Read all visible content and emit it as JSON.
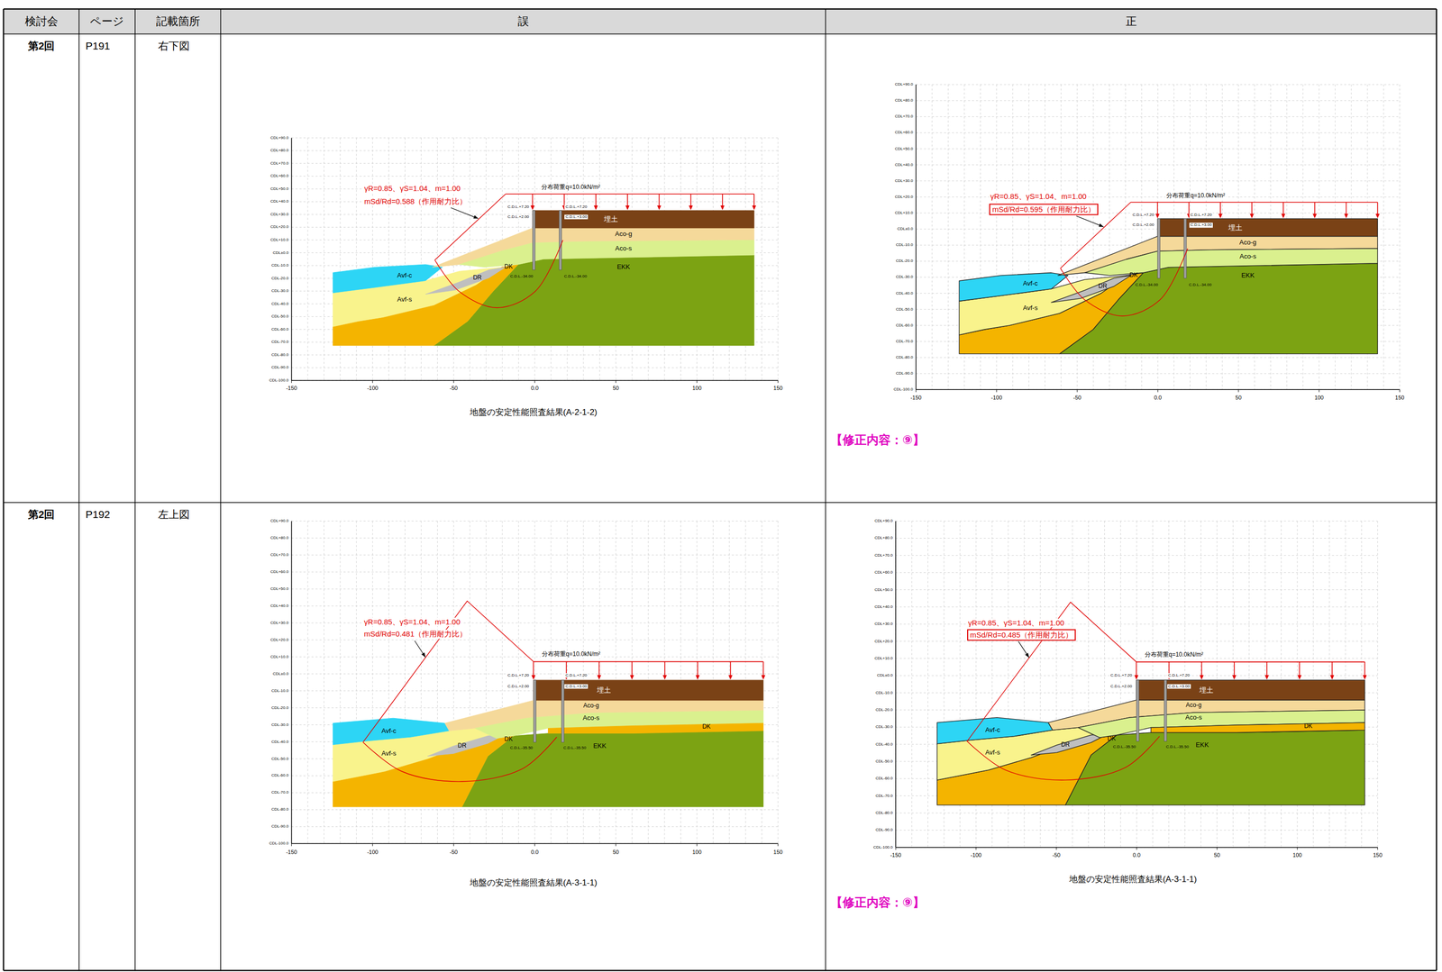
{
  "diagram": {
    "labels": [
      "検討会",
      "ページ",
      "記載箇所",
      "誤",
      "正",
      "第2回",
      "P191",
      "右下図",
      "CDL+90.0",
      "CDL+80.0",
      "CDL+70.0",
      "CDL+60.0",
      "CDL+50.0",
      "CDL+40.0",
      "CDL+30.0",
      "CDL+20.0",
      "CDL+10.0",
      "CDL±0.0",
      "CDL-10.0",
      "CDL-20.0",
      "CDL-30.0",
      "CDL-40.0",
      "CDL-50.0",
      "CDL-60.0",
      "CDL-70.0",
      "CDL-80.0",
      "CDL-90.0",
      "CDL-100.0",
      "-150",
      "-100",
      "-50",
      "0.0",
      "50",
      "100",
      "150",
      "γR=0.85、γS=1.04、m=1.00",
      "mSd/Rd=0.588（作用耐力比）",
      "分布荷重q=10.0kN/m²",
      "C.D.L.+7.20",
      "C.D.L.+2.00",
      "C.D.L.+7.20",
      "C.D.L.+3.00",
      "埋土",
      "Aco-g",
      "Aco-s",
      "Avf-c",
      "Avf-s",
      "DR",
      "DK",
      "EKK",
      "C.D.L.-34.00",
      "C.D.L.-34.00",
      "地盤の安定性能照査結果(A-2-1-2)",
      "CDL+90.0",
      "CDL+80.0",
      "CDL+70.0",
      "CDL+60.0",
      "CDL+50.0",
      "CDL+40.0",
      "CDL+30.0",
      "CDL+20.0",
      "CDL+10.0",
      "CDL±0.0",
      "CDL-10.0",
      "CDL-20.0",
      "CDL-30.0",
      "CDL-40.0",
      "CDL-50.0",
      "CDL-60.0",
      "CDL-70.0",
      "CDL-80.0",
      "CDL-90.0",
      "CDL-100.0",
      "-150",
      "-100",
      "-50",
      "0.0",
      "50",
      "100",
      "150",
      "γR=0.85、γS=1.04、m=1.00",
      "mSd/Rd=0.595（作用耐力比）",
      "分布荷重q=10.0kN/m²",
      "C.D.L.+7.20",
      "C.D.L.+2.00",
      "C.D.L.+7.20",
      "C.D.L.+3.00",
      "埋土",
      "Aco-g",
      "Aco-s",
      "Avf-c",
      "Avf-s",
      "DR",
      "DK",
      "EKK",
      "C.D.L.-34.00",
      "C.D.L.-34.00",
      "【修正内容：⑨】",
      "第2回",
      "P192",
      "左上図",
      "CDL+90.0",
      "CDL+80.0",
      "CDL+70.0",
      "CDL+60.0",
      "CDL+50.0",
      "CDL+40.0",
      "CDL+30.0",
      "CDL+20.0",
      "CDL+10.0",
      "CDL±0.0",
      "CDL-10.0",
      "CDL-20.0",
      "CDL-30.0",
      "CDL-40.0",
      "CDL-50.0",
      "CDL-60.0",
      "CDL-70.0",
      "CDL-80.0",
      "CDL-90.0",
      "CDL-100.0",
      "-150",
      "-100",
      "-50",
      "0.0",
      "50",
      "100",
      "150",
      "γR=0.85、γS=1.04、m=1.00",
      "mSd/Rd=0.481（作用耐力比）",
      "分布荷重q=10.0kN/m²",
      "C.D.L.+7.20",
      "C.D.L.+2.00",
      "C.D.L.+7.20",
      "C.D.L.+3.00",
      "埋土",
      "Aco-g",
      "Aco-s",
      "Avf-c",
      "Avf-s",
      "DR",
      "DK",
      "EKK",
      "C.D.L.-35.50",
      "C.D.L.-35.50",
      "DK",
      "地盤の安定性能照査結果(A-3-1-1)",
      "CDL+90.0",
      "CDL+80.0",
      "CDL+70.0",
      "CDL+60.0",
      "CDL+50.0",
      "CDL+40.0",
      "CDL+30.0",
      "CDL+20.0",
      "CDL+10.0",
      "CDL±0.0",
      "CDL-10.0",
      "CDL-20.0",
      "CDL-30.0",
      "CDL-40.0",
      "CDL-50.0",
      "CDL-60.0",
      "CDL-70.0",
      "CDL-80.0",
      "CDL-90.0",
      "CDL-100.0",
      "-150",
      "-100",
      "-50",
      "0.0",
      "50",
      "100",
      "150",
      "γR=0.85、γS=1.04、m=1.00",
      "mSd/Rd=0.485（作用耐力比）",
      "分布荷重q=10.0kN/m²",
      "C.D.L.+7.20",
      "C.D.L.+2.00",
      "C.D.L.+7.20",
      "C.D.L.+3.00",
      "埋土",
      "Aco-g",
      "Aco-s",
      "Avf-c",
      "Avf-s",
      "DR",
      "DK",
      "EKK",
      "C.D.L.-35.50",
      "C.D.L.-35.50",
      "DK",
      "地盤の安定性能照査結果(A-3-1-1)",
      "【修正内容：⑨】"
    ]
  }
}
